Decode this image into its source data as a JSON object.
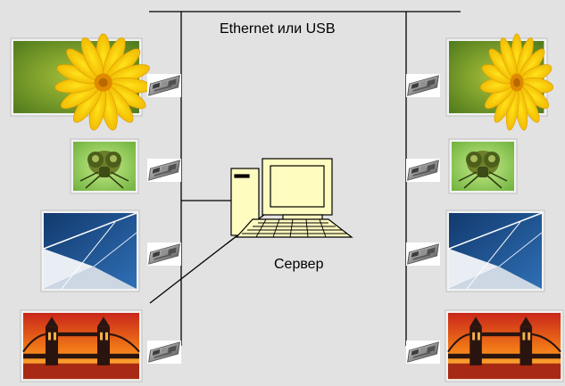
{
  "diagram": {
    "bus_label": "Ethernet или USB",
    "server_label": "Сервер",
    "displays": {
      "left": [
        {
          "name": "display-flower-left",
          "picture": "yellow-flower"
        },
        {
          "name": "display-dragonfly-left",
          "picture": "dragonfly"
        },
        {
          "name": "display-sail-left",
          "picture": "sail"
        },
        {
          "name": "display-bridge-left",
          "picture": "tower-bridge"
        }
      ],
      "right": [
        {
          "name": "display-flower-right",
          "picture": "yellow-flower"
        },
        {
          "name": "display-dragonfly-right",
          "picture": "dragonfly"
        },
        {
          "name": "display-sail-right",
          "picture": "sail"
        },
        {
          "name": "display-bridge-right",
          "picture": "tower-bridge"
        }
      ]
    },
    "controller_icon": "network-controller-board-icon",
    "server_icon": "desktop-computer-icon",
    "colors": {
      "background": "#e2e2e2",
      "bus_line": "#000000",
      "computer_beige": "#fffcc0",
      "display_frame": "#f2f2f2"
    }
  }
}
